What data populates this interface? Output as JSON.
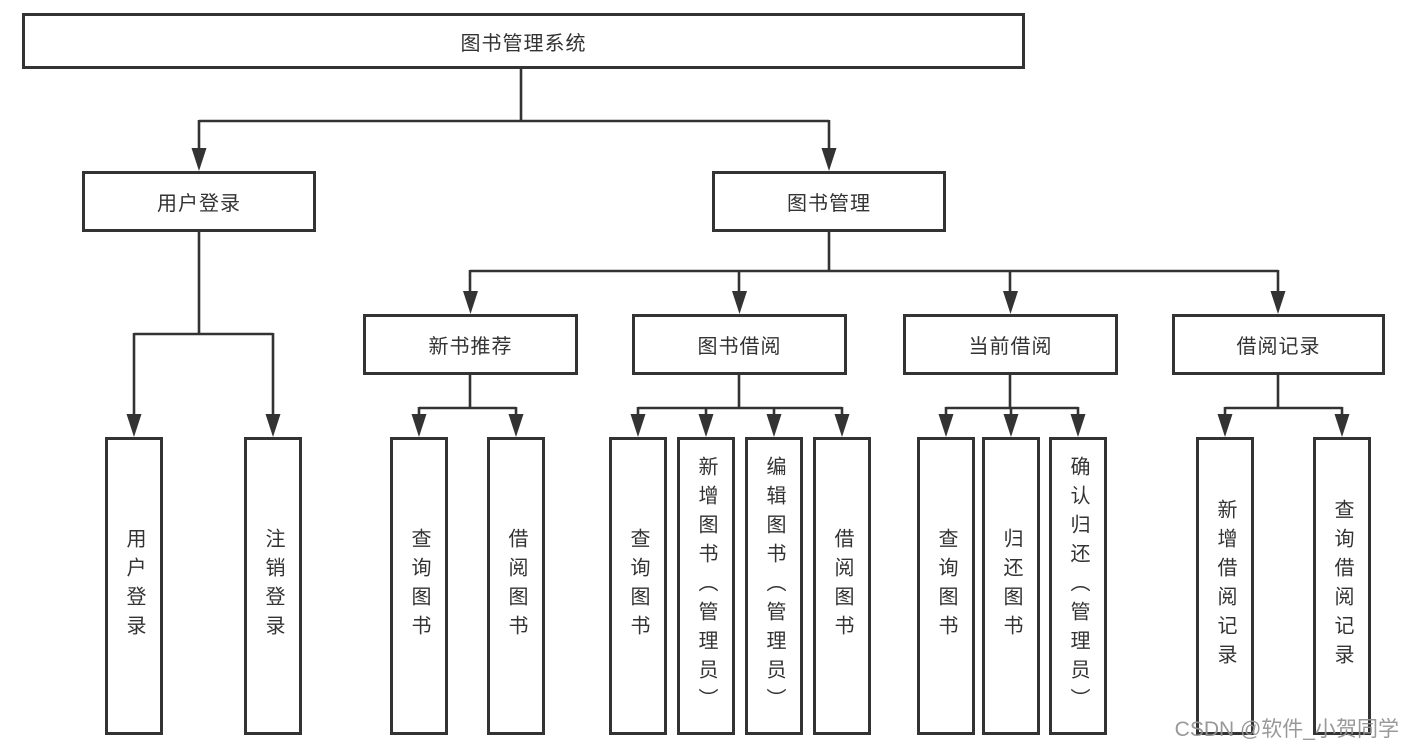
{
  "diagram": {
    "title": "图书管理系统",
    "line_color": "#333333",
    "box_border_color": "#333333",
    "text_color": "#333333",
    "background_color": "#ffffff",
    "level2": [
      {
        "label": "用户登录"
      },
      {
        "label": "图书管理"
      }
    ],
    "level3": [
      {
        "label": "新书推荐"
      },
      {
        "label": "图书借阅"
      },
      {
        "label": "当前借阅"
      },
      {
        "label": "借阅记录"
      }
    ],
    "leaves": {
      "user_login": [
        "用户登录",
        "注销登录"
      ],
      "new_book_recommendation": [
        "查询图书",
        "借阅图书"
      ],
      "book_borrowing": [
        "查询图书",
        "新增图书（管理员）",
        "编辑图书（管理员）",
        "借阅图书"
      ],
      "current_borrowing": [
        "查询图书",
        "归还图书",
        "确认归还（管理员）"
      ],
      "borrowing_records": [
        "新增借阅记录",
        "查询借阅记录"
      ]
    }
  },
  "watermark": {
    "text": "CSDN @软件_小贺同学"
  }
}
